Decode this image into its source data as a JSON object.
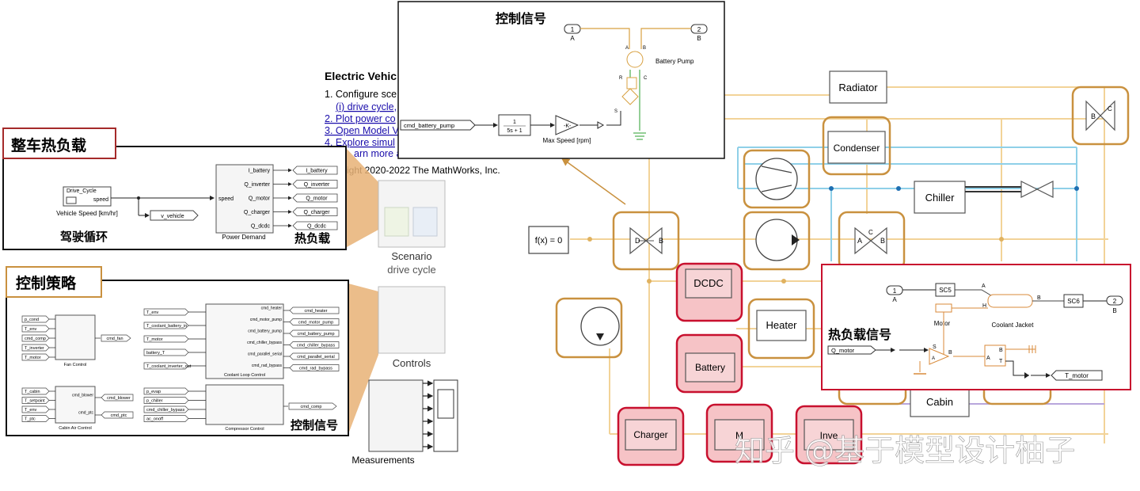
{
  "intro": {
    "heading": "Electric Vehic",
    "items": [
      "1. Configure sce",
      "(i) drive cycle,",
      "2. Plot power co",
      "3. Open Model V",
      "4. Explore simul",
      "arn more a"
    ],
    "copyright": "ight 2020-2022 The MathWorks, Inc."
  },
  "subsystems": {
    "scenario_label": "Scenario",
    "scenario_sub": "drive cycle",
    "controls_label": "Controls",
    "measurements_label": "Measurements"
  },
  "vehicle_load_panel": {
    "title": "整车热负载",
    "drive_cycle_block": "Drive_Cycle",
    "drive_cycle_port": "speed",
    "vehicle_speed_label": "Vehicle Speed [km/hr]",
    "v_vehicle": "v_vehicle",
    "drive_cycle_caption": "驾驶循环",
    "power_demand_label": "Power Demand",
    "power_demand_input": "speed",
    "heat_load_caption": "热负载",
    "outputs": [
      "I_battery",
      "Q_inverter",
      "Q_motor",
      "Q_charger",
      "Q_dcdc"
    ]
  },
  "control_panel": {
    "title": "控制策略",
    "signal_caption": "控制信号",
    "fan_control": {
      "label": "Fan Control",
      "inputs": [
        "p_cond",
        "T_env",
        "cmd_comp",
        "T_inverter",
        "T_motor"
      ],
      "output": "cmd_fan"
    },
    "coolant_loop": {
      "label": "Coolant Loop Control",
      "inputs": [
        "T_env",
        "T_coolant_battery_in",
        "T_motor",
        "battery_T",
        "T_coolant_inverter_out"
      ],
      "outputs": [
        "cmd_heater",
        "cmd_motor_pump",
        "cmd_battery_pump",
        "cmd_chiller_bypass",
        "cmd_parallel_serial",
        "cmd_rad_bypass"
      ]
    },
    "cabin_air": {
      "label": "Cabin Air Control",
      "inputs": [
        "T_cabin",
        "T_setpoint",
        "T_env",
        "T_ptc"
      ],
      "outputs": [
        "cmd_blower",
        "cmd_ptc"
      ]
    },
    "compressor": {
      "label": "Compressor Control",
      "inputs": [
        "p_evap",
        "p_chiller",
        "cmd_chiller_bypass",
        "ac_onoff"
      ],
      "output": "cmd_comp"
    }
  },
  "pump_panel": {
    "title": "控制信号",
    "port_a_num": "1",
    "port_a": "A",
    "port_b_num": "2",
    "port_b": "B",
    "pump_label": "Battery Pump",
    "input_signal": "cmd_battery_pump",
    "tf_num": "1",
    "tf_den": "5s + 1",
    "gain": "-K-",
    "gain_label": "Max Speed [rpm]",
    "pump_pin_a": "A",
    "pump_pin_b": "B",
    "pump_pin_r": "R",
    "pump_pin_c": "C",
    "pump_pin_s": "S"
  },
  "heat_panel": {
    "title": "热负载信号",
    "port_a_num": "1",
    "port_a": "A",
    "port_b_num": "2",
    "port_b": "B",
    "sc5": "SC5",
    "sc6": "SC6",
    "motor_label": "Motor",
    "jacket_label": "Coolant Jacket",
    "jacket_a": "A",
    "jacket_h": "H",
    "jacket_b": "B",
    "input_signal": "Q_motor",
    "output_signal": "T_motor",
    "source_s": "S",
    "source_a": "A",
    "source_b": "B",
    "sensor_a": "A",
    "sensor_b": "B",
    "sensor_t": "T"
  },
  "thermal_system": {
    "radiator": "Radiator",
    "condenser": "Condenser",
    "chiller": "Chiller",
    "dcdc": "DCDC",
    "heater": "Heater",
    "battery": "Battery",
    "charger": "Charger",
    "motor": "M",
    "inverter": "Inve",
    "cabin": "Cabin",
    "solver": "f(x) = 0",
    "valve_d": "D",
    "valve_b": "B",
    "valve_a": "A",
    "valve_c": "C"
  },
  "watermark": "知乎 @基于模型设计柚子",
  "colors": {
    "orange_frame": "#c9913f",
    "red_frame": "#c8102e",
    "red_fill": "#f6c3c6",
    "coolant_line": "#f2d398",
    "refrigerant_line": "#8fd0e8",
    "cabin_line": "#b8a6dc",
    "callout_fill": "#e8b276",
    "sim_port": "#1a1a1a"
  }
}
